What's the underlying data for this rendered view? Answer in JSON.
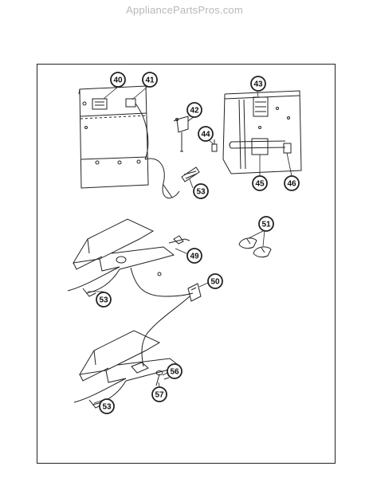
{
  "watermark": "AppliancePartsPros.com",
  "callouts": [
    "40",
    "41",
    "42",
    "43",
    "44",
    "45",
    "46",
    "51",
    "53",
    "49",
    "50",
    "53",
    "56",
    "57",
    "53"
  ]
}
